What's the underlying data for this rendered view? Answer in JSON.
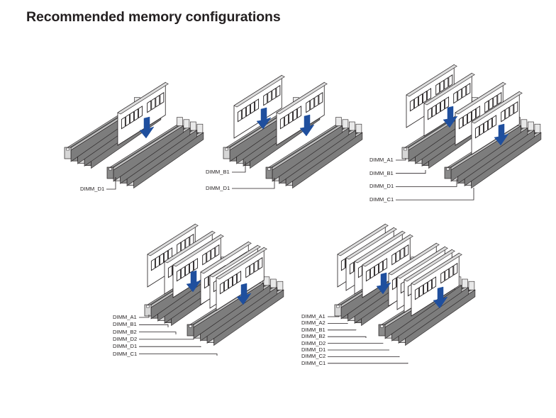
{
  "title": "Recommended memory configurations",
  "colors": {
    "arrow": "#1f4f9e",
    "slot_dark": "#8a8a8a",
    "slot_light": "#d6d6d6",
    "line": "#231f20",
    "module": "#ffffff"
  },
  "configurations": [
    {
      "modules": 1,
      "labels": [
        "DIMM_D1"
      ]
    },
    {
      "modules": 2,
      "labels": [
        "DIMM_B1",
        "DIMM_D1"
      ]
    },
    {
      "modules": 4,
      "labels": [
        "DIMM_A1",
        "DIMM_B1",
        "DIMM_D1",
        "DIMM_C1"
      ]
    },
    {
      "modules": 6,
      "labels": [
        "DIMM_A1",
        "DIMM_B1",
        "DIMM_B2",
        "DIMM_D2",
        "DIMM_D1",
        "DIMM_C1"
      ]
    },
    {
      "modules": 8,
      "labels": [
        "DIMM_A1",
        "DIMM_A2",
        "DIMM_B1",
        "DIMM_B2",
        "DIMM_D2",
        "DIMM_D1",
        "DIMM_C2",
        "DIMM_C1"
      ]
    }
  ]
}
